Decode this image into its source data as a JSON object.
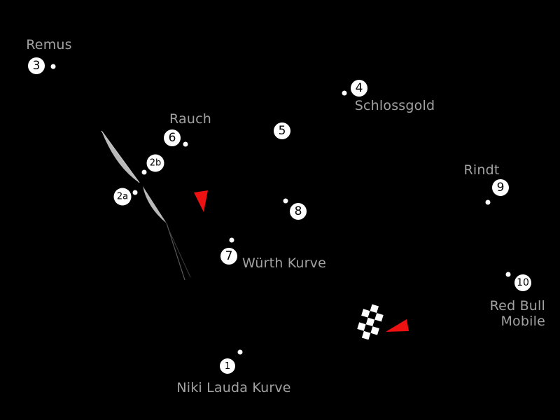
{
  "circuit": {
    "labels": [
      {
        "id": "remus",
        "text": "Remus"
      },
      {
        "id": "rauch",
        "text": "Rauch"
      },
      {
        "id": "schlossgold",
        "text": "Schlossgold"
      },
      {
        "id": "rindt",
        "text": "Rindt"
      },
      {
        "id": "wurth-kurve",
        "text": "Würth Kurve"
      },
      {
        "id": "red-bull",
        "text": "Red Bull"
      },
      {
        "id": "mobile",
        "text": "Mobile"
      },
      {
        "id": "niki-lauda",
        "text": "Niki Lauda Kurve"
      }
    ],
    "turn_markers": [
      {
        "id": "turn-3",
        "label": "3"
      },
      {
        "id": "turn-6",
        "label": "6"
      },
      {
        "id": "turn-2b",
        "label": "2b"
      },
      {
        "id": "turn-2a",
        "label": "2a"
      },
      {
        "id": "turn-4",
        "label": "4"
      },
      {
        "id": "turn-5",
        "label": "5"
      },
      {
        "id": "turn-8",
        "label": "8"
      },
      {
        "id": "turn-9",
        "label": "9"
      },
      {
        "id": "turn-7",
        "label": "7"
      },
      {
        "id": "turn-10",
        "label": "10"
      },
      {
        "id": "turn-1",
        "label": "1"
      }
    ],
    "icons": [
      {
        "name": "direction-arrow-icon",
        "count": 2
      },
      {
        "name": "start-finish-checkered-flag-icon",
        "count": 1
      },
      {
        "name": "apex-dot",
        "count": 10
      },
      {
        "name": "old-circuit-segment",
        "count": 1
      }
    ],
    "colors": {
      "background": "#000000",
      "label_text": "#a2a2a2",
      "marker_fill": "#ffffff",
      "marker_text": "#000000",
      "direction_arrow": "#ed1111",
      "old_track_gray": "#b9b9b9",
      "flag_white": "#ffffff"
    }
  }
}
